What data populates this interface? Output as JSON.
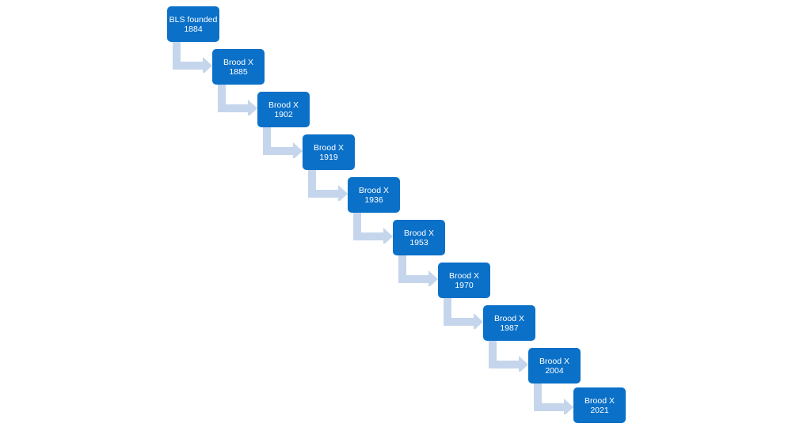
{
  "colors": {
    "box_fill": "#0a70c8",
    "box_text": "#ffffff",
    "arrow_fill": "#c5d6ec"
  },
  "steps": [
    {
      "label": "BLS founded",
      "year": "1884"
    },
    {
      "label": "Brood X",
      "year": "1885"
    },
    {
      "label": "Brood X",
      "year": "1902"
    },
    {
      "label": "Brood X",
      "year": "1919"
    },
    {
      "label": "Brood X",
      "year": "1936"
    },
    {
      "label": "Brood X",
      "year": "1953"
    },
    {
      "label": "Brood X",
      "year": "1970"
    },
    {
      "label": "Brood X",
      "year": "1987"
    },
    {
      "label": "Brood X",
      "year": "2004"
    },
    {
      "label": "Brood X",
      "year": "2021"
    }
  ]
}
